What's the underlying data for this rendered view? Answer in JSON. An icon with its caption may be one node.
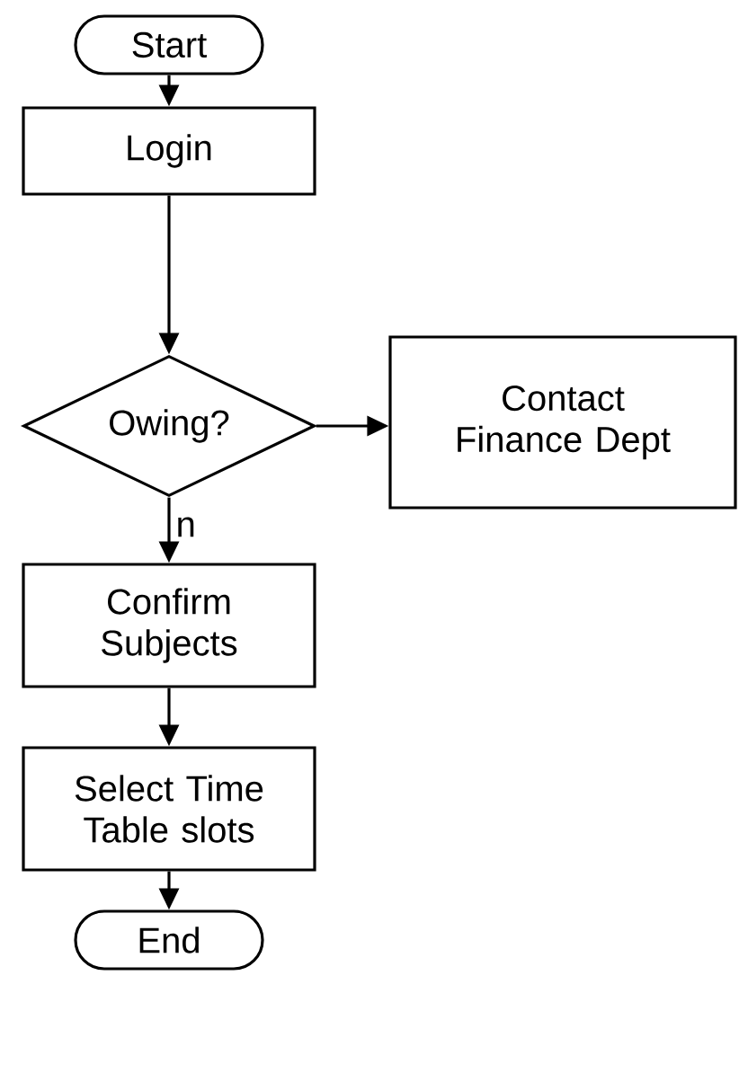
{
  "diagram": {
    "nodes": [
      {
        "text": [
          "Start"
        ]
      },
      {
        "text": [
          "Login"
        ]
      },
      {
        "text": [
          "Owing?"
        ]
      },
      {
        "text": [
          "Contact Finance Dept"
        ]
      },
      {
        "text": [
          "Confirm Subjects"
        ]
      },
      {
        "text": [
          "Select Time Table slots"
        ]
      },
      {
        "text": [
          "End"
        ]
      }
    ],
    "edges": [
      {
        "from": 0,
        "to": 1,
        "arrow": "to"
      },
      {
        "from": 1,
        "to": 2,
        "arrow": "to"
      },
      {
        "from": 2,
        "to": 3,
        "arrow": "to"
      },
      {
        "from": 2,
        "to": 4,
        "arrow": "to",
        "label": "n"
      },
      {
        "from": 4,
        "to": 5,
        "arrow": "to"
      },
      {
        "from": 5,
        "to": 6,
        "arrow": "to"
      }
    ]
  }
}
